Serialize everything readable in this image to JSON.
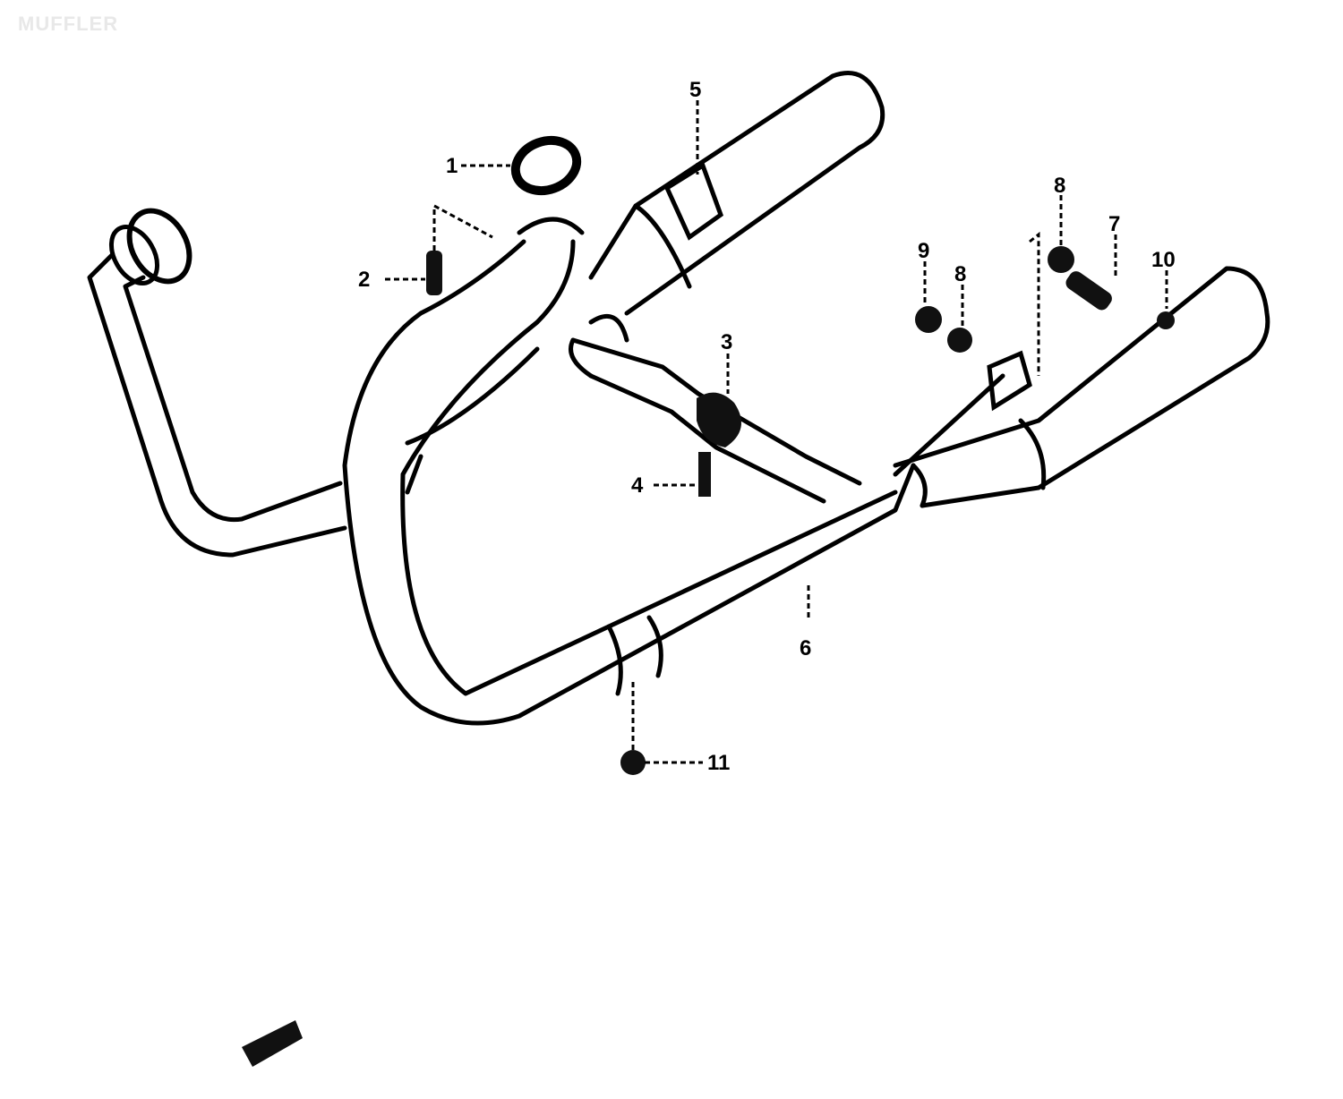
{
  "title": "MUFFLER",
  "callouts": [
    {
      "id": "callout-1",
      "number": "1"
    },
    {
      "id": "callout-2",
      "number": "2"
    },
    {
      "id": "callout-3",
      "number": "3"
    },
    {
      "id": "callout-4",
      "number": "4"
    },
    {
      "id": "callout-5",
      "number": "5"
    },
    {
      "id": "callout-6",
      "number": "6"
    },
    {
      "id": "callout-7",
      "number": "7"
    },
    {
      "id": "callout-8a",
      "number": "8"
    },
    {
      "id": "callout-8b",
      "number": "8"
    },
    {
      "id": "callout-9",
      "number": "9"
    },
    {
      "id": "callout-10",
      "number": "10"
    },
    {
      "id": "callout-11",
      "number": "11"
    }
  ]
}
